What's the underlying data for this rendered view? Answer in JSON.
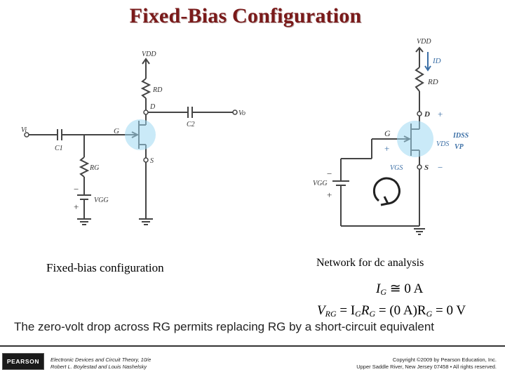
{
  "slide": {
    "title": "Fixed-Bias Configuration",
    "caption_left": "Fixed-bias configuration",
    "caption_right": "Network for dc analysis",
    "statement": "The zero-volt drop across RG permits replacing RG by a short-circuit equivalent",
    "eq1": {
      "lhs": "I",
      "lhs_sub": "G",
      "rhs": " ≅ 0 A"
    },
    "eq2": {
      "text1": "V",
      "sub1": "RG",
      "text2": " = I",
      "sub2": "G",
      "text3": "R",
      "sub3": "G",
      "text4": " = (0 A)R",
      "sub4": "G",
      "text5": " = 0 V"
    }
  },
  "left_circuit": {
    "vdd": "VDD",
    "rd": "RD",
    "d": "D",
    "g": "G",
    "s": "S",
    "vi": "Vi",
    "c1": "C1",
    "c2": "C2",
    "vo": "Vo",
    "rg": "RG",
    "vgg": "VGG",
    "minus": "−",
    "plus": "+"
  },
  "right_circuit": {
    "vdd": "VDD",
    "id": "ID",
    "rd": "RD",
    "d": "D",
    "d_plus": "+",
    "g": "G",
    "g_plus": "+",
    "idss": "IDSS",
    "vp": "VP",
    "vds": "VDS",
    "vgs": "VGS",
    "s": "S",
    "s_minus": "−",
    "vgg": "VGG",
    "batt_minus": "−",
    "batt_plus": "+"
  },
  "footer": {
    "publisher": "PEARSON",
    "book_line1": "Electronic Devices and Circuit Theory, 10/e",
    "book_line2": "Robert L. Boylestad and Louis Nashelsky",
    "copy_line1": "Copyright ©2009 by Pearson Education, Inc.",
    "copy_line2": "Upper Saddle River, New Jersey 07458 • All rights reserved."
  },
  "colors": {
    "title": "#7a1a1a",
    "fet_glow": "#9fd8f3",
    "label_blue": "#3a6ea5"
  }
}
